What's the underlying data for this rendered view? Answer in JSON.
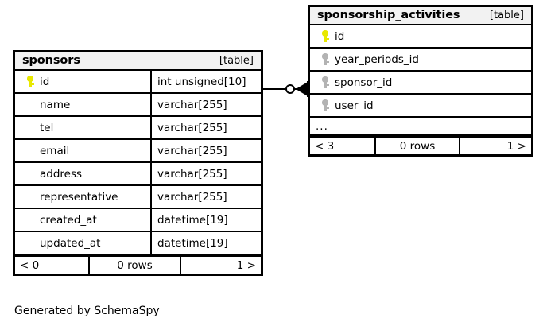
{
  "diagram": {
    "caption": "Generated by SchemaSpy",
    "kind_label": "[table]",
    "more_indicator": "...",
    "colors": {
      "primary_key": "#e8e800",
      "foreign_key": "#b3b3b3",
      "header_background": "#f2f2f2",
      "border": "#000000",
      "background": "#ffffff"
    }
  },
  "tables": [
    {
      "name": "sponsors",
      "kind": "[table]",
      "columns": [
        {
          "key": "primary",
          "name": "id",
          "type": "int unsigned[10]"
        },
        {
          "key": "none",
          "name": "name",
          "type": "varchar[255]"
        },
        {
          "key": "none",
          "name": "tel",
          "type": "varchar[255]"
        },
        {
          "key": "none",
          "name": "email",
          "type": "varchar[255]"
        },
        {
          "key": "none",
          "name": "address",
          "type": "varchar[255]"
        },
        {
          "key": "none",
          "name": "representative",
          "type": "varchar[255]"
        },
        {
          "key": "none",
          "name": "created_at",
          "type": "datetime[19]"
        },
        {
          "key": "none",
          "name": "updated_at",
          "type": "datetime[19]"
        }
      ],
      "has_more_row": false,
      "footer": {
        "prev": "< 0",
        "rows": "0 rows",
        "next": "1 >"
      }
    },
    {
      "name": "sponsorship_activities",
      "kind": "[table]",
      "columns": [
        {
          "key": "primary",
          "name": "id",
          "type": ""
        },
        {
          "key": "foreign",
          "name": "year_periods_id",
          "type": ""
        },
        {
          "key": "foreign",
          "name": "sponsor_id",
          "type": ""
        },
        {
          "key": "foreign",
          "name": "user_id",
          "type": ""
        }
      ],
      "has_more_row": true,
      "footer": {
        "prev": "< 3",
        "rows": "0 rows",
        "next": "1 >"
      }
    }
  ],
  "relationships": [
    {
      "from_table": "sponsors",
      "from_column": "id",
      "to_table": "sponsorship_activities",
      "to_column": "sponsor_id",
      "from_cardinality": "zero-or-one",
      "to_cardinality": "many"
    }
  ]
}
